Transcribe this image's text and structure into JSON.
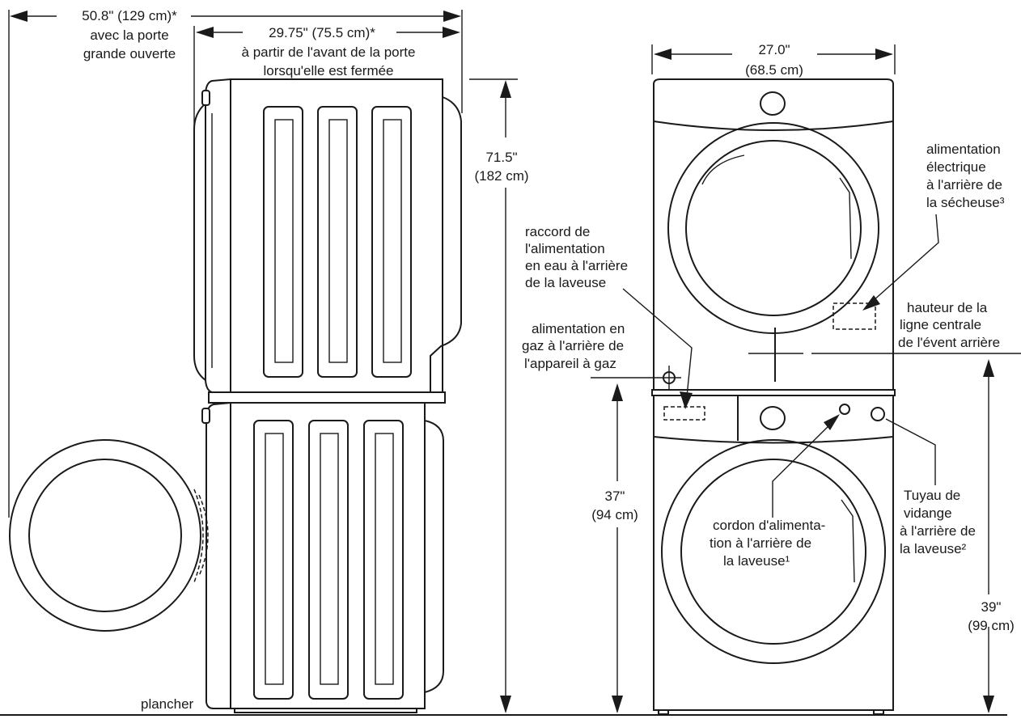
{
  "labels": {
    "open_width_1": "50.8\" (129 cm)*",
    "open_width_2": "avec la porte",
    "open_width_3": "grande ouverte",
    "depth_1": "29.75\" (75.5 cm)*",
    "depth_2": "à partir de l'avant de la porte",
    "depth_3": "lorsqu'elle est fermée",
    "height_total_1": "71.5\"",
    "height_total_2": "(182 cm)",
    "floor": "plancher",
    "width_1": "27.0\"",
    "width_2": "(68.5 cm)",
    "elec_1": "alimentation",
    "elec_2": "électrique",
    "elec_3": "à l'arrière de",
    "elec_4": "la sécheuse³",
    "water_1": "raccord de",
    "water_2": "l'alimentation",
    "water_3": "en eau à l'arrière",
    "water_4": "de la laveuse",
    "gas_1": "alimentation en",
    "gas_2": "gaz à l'arrière de",
    "gas_3": "l'appareil à gaz",
    "vent_1": "hauteur de la",
    "vent_2": "ligne centrale",
    "vent_3": "de l'évent arrière",
    "gas_h_1": "37\"",
    "gas_h_2": "(94 cm)",
    "cord_1": "cordon d'alimenta-",
    "cord_2": "tion à l'arrière de",
    "cord_3": "la laveuse¹",
    "drain_1": "Tuyau de",
    "drain_2": "vidange",
    "drain_3": "à l'arrière de",
    "drain_4": "la laveuse²",
    "vent_h_1": "39\"",
    "vent_h_2": "(99 cm)"
  }
}
